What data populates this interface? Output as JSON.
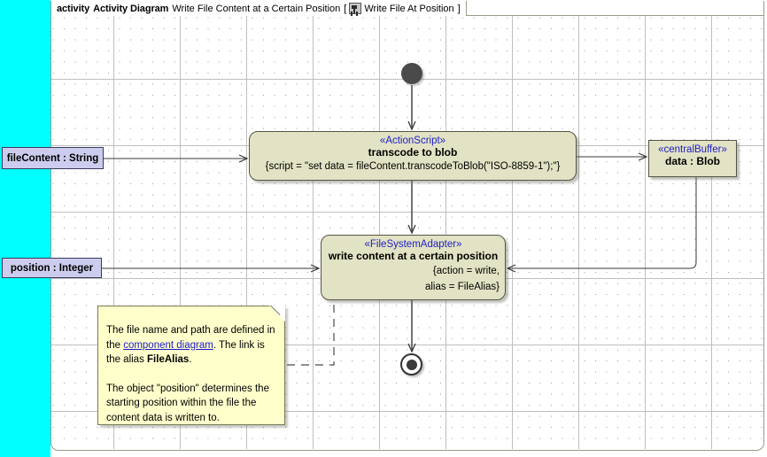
{
  "frame": {
    "kind_label": "activity",
    "type_label": "Activity Diagram",
    "diagram_title": "Write File Content at a Certain Position",
    "bracket_open": "[",
    "bracket_close": "]",
    "element_name": "Write File At Position",
    "element_icon": "uml-activity-icon"
  },
  "nodes": {
    "start": {
      "name": "initial-node"
    },
    "transcode": {
      "stereotype": "«ActionScript»",
      "name": "transcode to blob",
      "constraint": "{script = \"set data = fileContent.transcodeToBlob(\"ISO-8859-1\");\"}"
    },
    "write": {
      "stereotype": "«FileSystemAdapter»",
      "name": "write content at a certain position",
      "constraint_line1": "{action = write,",
      "constraint_line2": "alias = FileAlias}"
    },
    "buffer": {
      "stereotype": "«centralBuffer»",
      "name": "data : Blob"
    },
    "final": {
      "name": "activity-final-node"
    }
  },
  "parameters": [
    {
      "label": "fileContent : String"
    },
    {
      "label": "position : Integer"
    }
  ],
  "note": {
    "p1_a": "The file name and path are defined",
    "p1_b": "in the ",
    "p1_link": "component diagram",
    "p1_c": ". The link",
    "p1_d": "is the alias ",
    "p1_strong": "FileAlias",
    "p1_e": ".",
    "p2": "The object \"position\" determines the starting position within the file the content data is written to."
  },
  "colors": {
    "node_fill": "#e2e2c4",
    "node_border": "#555547",
    "stereotype_text": "#2020c8",
    "note_fill": "#ffffcc",
    "param_fill": "#ccccee",
    "sidebar": "#00ffff",
    "link": "#1a1ad0",
    "edge": "#404040"
  }
}
